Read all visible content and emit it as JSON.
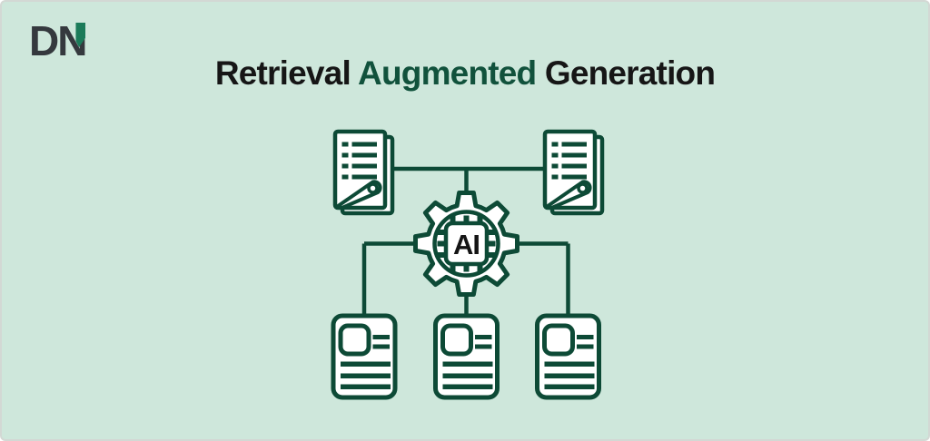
{
  "logo": {
    "text": "DN"
  },
  "title": {
    "word1": "Retrieval",
    "word2": "Augmented",
    "word3": "Generation"
  },
  "diagram": {
    "ai_chip_label": "AI"
  },
  "colors": {
    "background": "#CEE7DB",
    "border": "#D3D8D4",
    "icon_stroke_green": "#0D4A36",
    "title_dark": "#161616",
    "title_green": "#11523C",
    "logo_charcoal": "#35393E",
    "logo_accent_green": "#1B7B59",
    "icon_fill": "#FFFFFF",
    "chip_label_color": "#141414"
  }
}
